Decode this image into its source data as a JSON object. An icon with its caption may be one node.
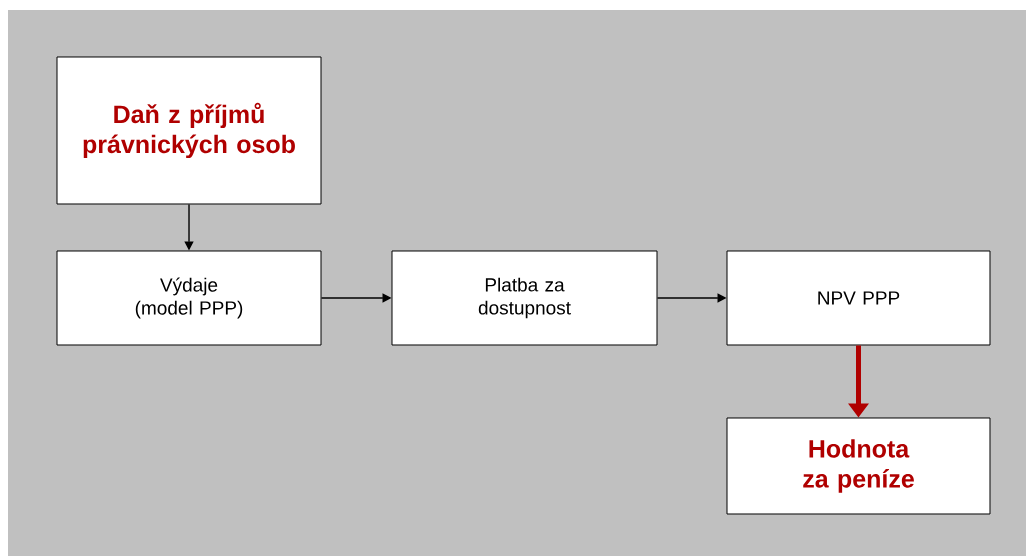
{
  "diagram": {
    "nodes": [
      {
        "text": [
          "Daň z příjmů právnických osob"
        ]
      },
      {
        "text": [
          "Výdaje (model PPP)"
        ]
      },
      {
        "text": [
          "Platba za dostupnost"
        ]
      },
      {
        "text": [
          "NPV PPP"
        ]
      },
      {
        "text": [
          "Hodnota za peníze"
        ]
      }
    ],
    "edges": [
      {
        "from": 0,
        "to": 1,
        "arrow": "to"
      },
      {
        "from": 1,
        "to": 2,
        "arrow": "to"
      },
      {
        "from": 2,
        "to": 3,
        "arrow": "to"
      },
      {
        "from": 3,
        "to": 4,
        "arrow": "to",
        "style": "thick",
        "color": "#b00000"
      }
    ]
  }
}
